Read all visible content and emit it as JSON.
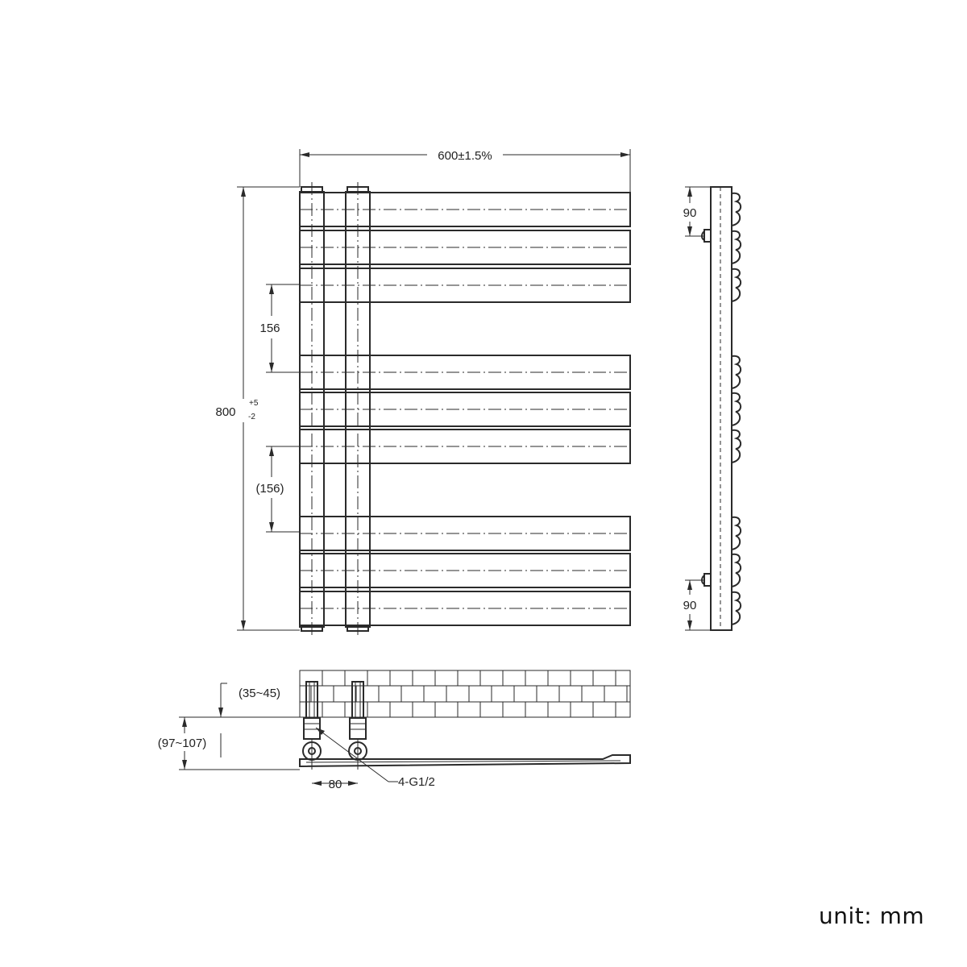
{
  "front_view": {
    "width_label": "600±1.5%",
    "height_label": "800",
    "height_tol_upper": "+5",
    "height_tol_lower": "-2",
    "gap_label": "156",
    "gap_ref_label": "(156)"
  },
  "side_view": {
    "top_offset_label": "90",
    "bottom_offset_label": "90"
  },
  "plan_view": {
    "wall_offset_label": "(35~45)",
    "depth_label": "(97~107)",
    "pipe_centers_label": "80",
    "connection_label": "4-G1/2"
  },
  "unit_label": "unit: mm"
}
